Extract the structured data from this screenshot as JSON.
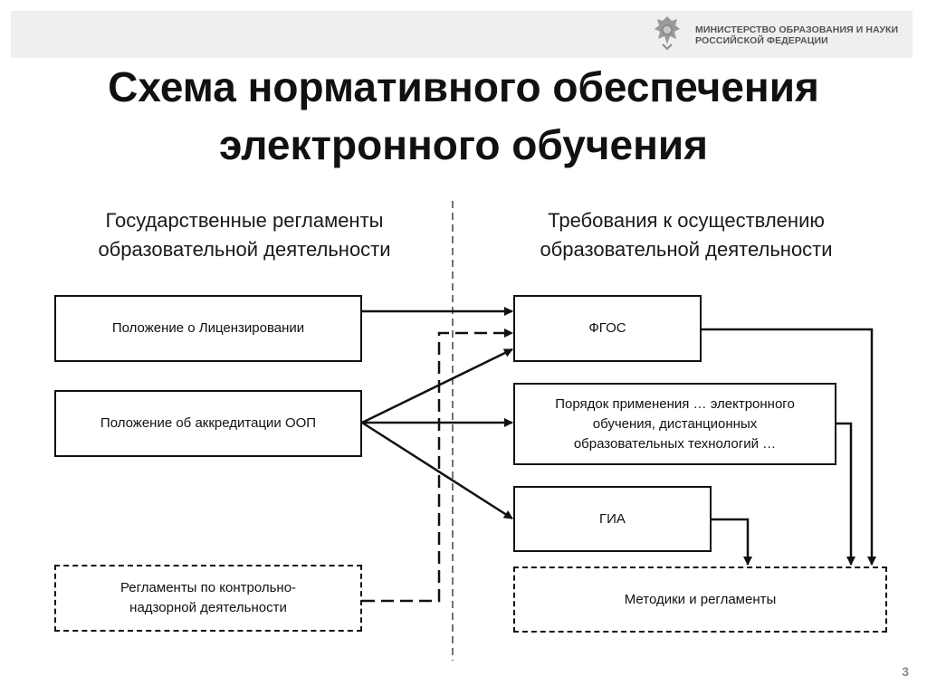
{
  "header": {
    "ministry_line1": "МИНИСТЕРСТВО ОБРАЗОВАНИЯ И НАУКИ",
    "ministry_line2": "РОССИЙСКОЙ ФЕДЕРАЦИИ",
    "emblem_icon": "emblem-icon"
  },
  "slide": {
    "title_line1": "Схема нормативного обеспечения",
    "title_line2": "электронного обучения",
    "page_number": "3"
  },
  "left_column": {
    "heading_line1": "Государственные регламенты",
    "heading_line2": "образовательной деятельности",
    "boxes": {
      "licensing": "Положение о Лицензировании",
      "accreditation": "Положение об аккредитации ООП",
      "supervision_line1": "Регламенты по контрольно-",
      "supervision_line2": "надзорной деятельности"
    }
  },
  "right_column": {
    "heading_line1": "Требования к осуществлению",
    "heading_line2": "образовательной деятельности",
    "boxes": {
      "fgos": "ФГОС",
      "procedure_line1": "Порядок применения … электронного",
      "procedure_line2": "обучения, дистанционных",
      "procedure_line3": "образовательных технологий …",
      "gia": "ГИА",
      "methods": "Методики и регламенты"
    }
  },
  "colors": {
    "line": "#111111",
    "header_bg": "#efefef",
    "ministry_text": "#555555"
  }
}
